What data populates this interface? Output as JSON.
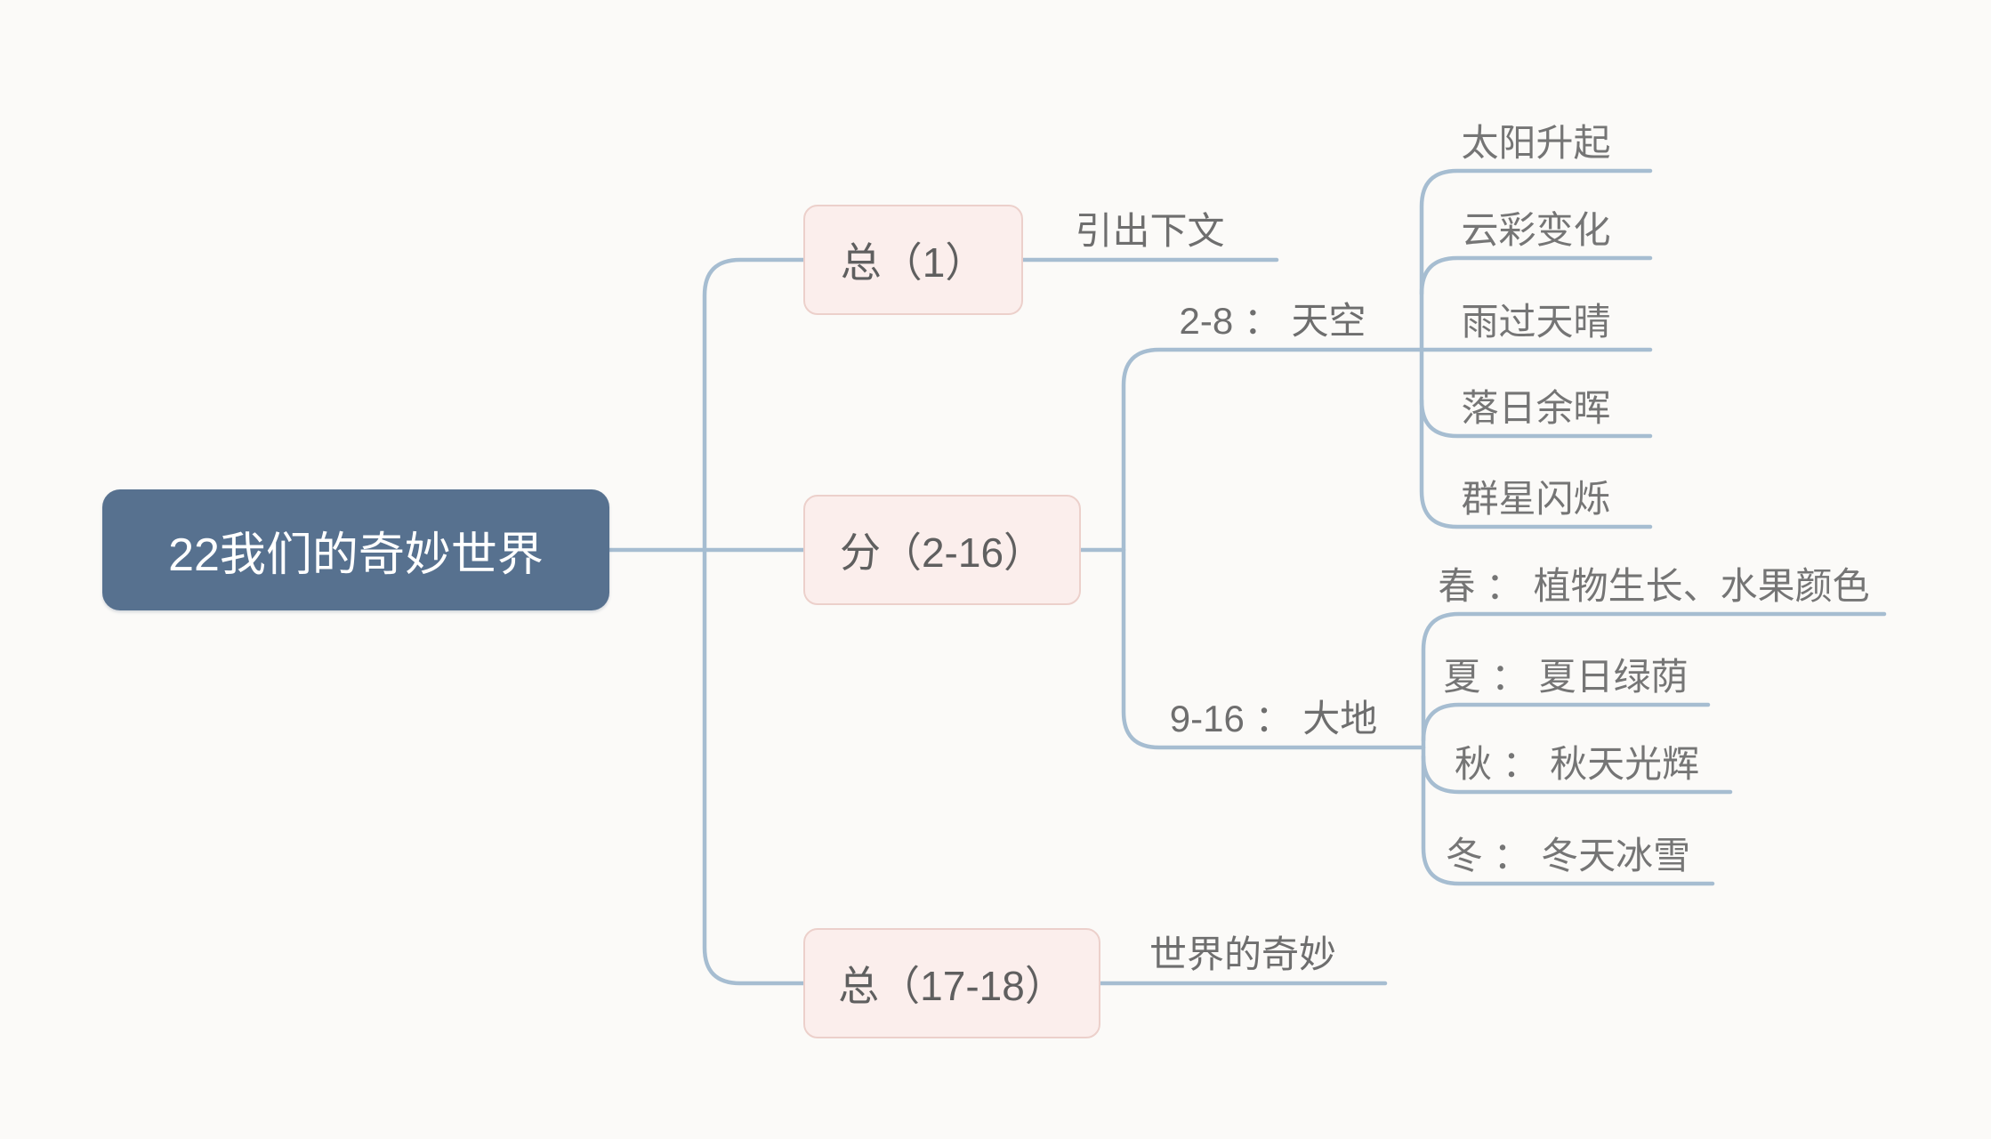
{
  "title": "22我们的奇妙世界",
  "colors": {
    "background": "#fbfaf8",
    "root_fill": "#57718f",
    "root_text": "#ffffff",
    "branch_fill": "#fbeeec",
    "branch_border": "#ecd0cb",
    "connector_line": "#a6bdd1",
    "label_text": "#6e6e6e"
  },
  "root": {
    "label": "22我们的奇妙世界"
  },
  "branches": [
    {
      "label": "总（1）",
      "note": "引出下文"
    },
    {
      "label": "分（2-16）",
      "groups": [
        {
          "label": "2-8 ： 天空",
          "leaves": [
            "太阳升起",
            "云彩变化",
            "雨过天晴",
            "落日余晖",
            "群星闪烁"
          ]
        },
        {
          "label": "9-16 ： 大地",
          "leaves": [
            "春 ： 植物生长、水果颜色",
            "夏 ： 夏日绿荫",
            "秋 ： 秋天光辉",
            "冬 ： 冬天冰雪"
          ]
        }
      ]
    },
    {
      "label": "总（17-18）",
      "note": "世界的奇妙"
    }
  ]
}
